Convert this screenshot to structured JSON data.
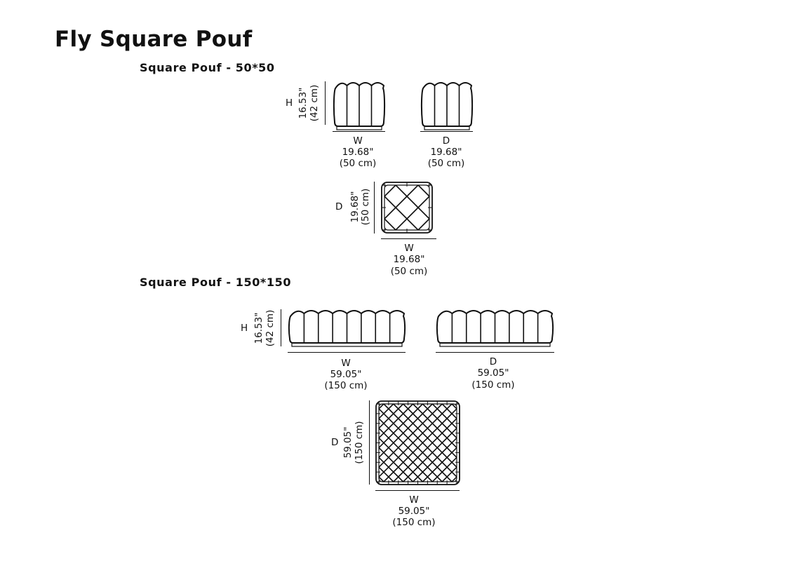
{
  "title": "Fly Square Pouf",
  "sections": [
    {
      "heading": "Square Pouf - 50*50",
      "front": {
        "axis": "H",
        "imperial": "16.53\"",
        "metric": "(42 cm)",
        "width_axis": "W",
        "width_imperial": "19.68\"",
        "width_metric": "(50 cm)"
      },
      "side": {
        "axis": "D",
        "imperial": "19.68\"",
        "metric": "(50 cm)"
      },
      "top": {
        "depth_axis": "D",
        "depth_imperial": "19.68\"",
        "depth_metric": "(50 cm)",
        "width_axis": "W",
        "width_imperial": "19.68\"",
        "width_metric": "(50 cm)"
      }
    },
    {
      "heading": "Square Pouf - 150*150",
      "front": {
        "axis": "H",
        "imperial": "16.53\"",
        "metric": "(42 cm)",
        "width_axis": "W",
        "width_imperial": "59.05\"",
        "width_metric": "(150 cm)"
      },
      "side": {
        "axis": "D",
        "imperial": "59.05\"",
        "metric": "(150 cm)"
      },
      "top": {
        "depth_axis": "D",
        "depth_imperial": "59.05\"",
        "depth_metric": "(150 cm)",
        "width_axis": "W",
        "width_imperial": "59.05\"",
        "width_metric": "(150 cm)"
      }
    }
  ]
}
